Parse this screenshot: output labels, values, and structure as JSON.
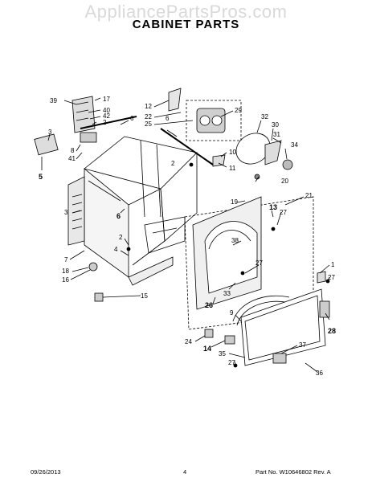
{
  "watermark": "AppliancePartsPros.com",
  "title": "CABINET PARTS",
  "footer": {
    "date": "09/26/2013",
    "page": "4",
    "part_no": "Part No. W10646802  Rev. A"
  },
  "callouts": [
    "39",
    "17",
    "40",
    "42",
    "2",
    "6",
    "3",
    "8",
    "41",
    "5",
    "12",
    "22",
    "25",
    "6",
    "29",
    "2",
    "32",
    "30",
    "31",
    "34",
    "10",
    "11",
    "20",
    "21",
    "19",
    "13",
    "27",
    "3",
    "6",
    "7",
    "18",
    "16",
    "2",
    "4",
    "15",
    "38",
    "27",
    "33",
    "26",
    "1",
    "27",
    "9",
    "24",
    "14",
    "35",
    "27",
    "37",
    "36",
    "28"
  ]
}
